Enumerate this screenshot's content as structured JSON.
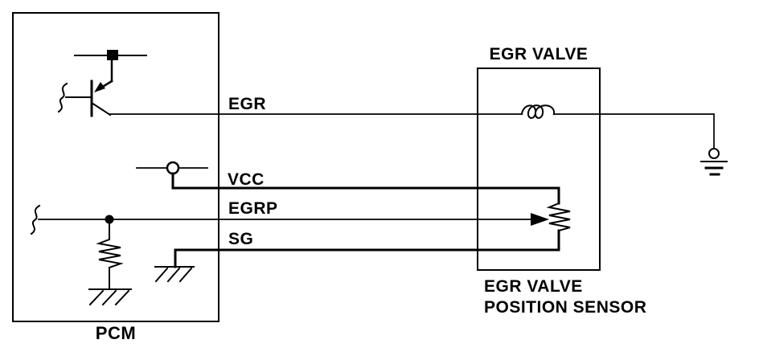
{
  "diagram": {
    "type": "circuit-wiring-diagram",
    "blocks": {
      "pcm": {
        "label": "PCM"
      },
      "egr_valve": {
        "title": "EGR VALVE"
      },
      "position_sensor": {
        "caption_line1": "EGR VALVE",
        "caption_line2": "POSITION SENSOR"
      }
    },
    "signals": {
      "egr": "EGR",
      "vcc": "VCC",
      "egrp": "EGRP",
      "sg": "SG"
    },
    "components": [
      "transistor",
      "solenoid-coil",
      "potentiometer",
      "pull-down-resistor",
      "vcc-terminal",
      "junction-dot",
      "chassis-ground",
      "earth-ground",
      "wire-break-squiggle"
    ],
    "colors": {
      "ink": "#000000",
      "background": "#ffffff"
    }
  }
}
